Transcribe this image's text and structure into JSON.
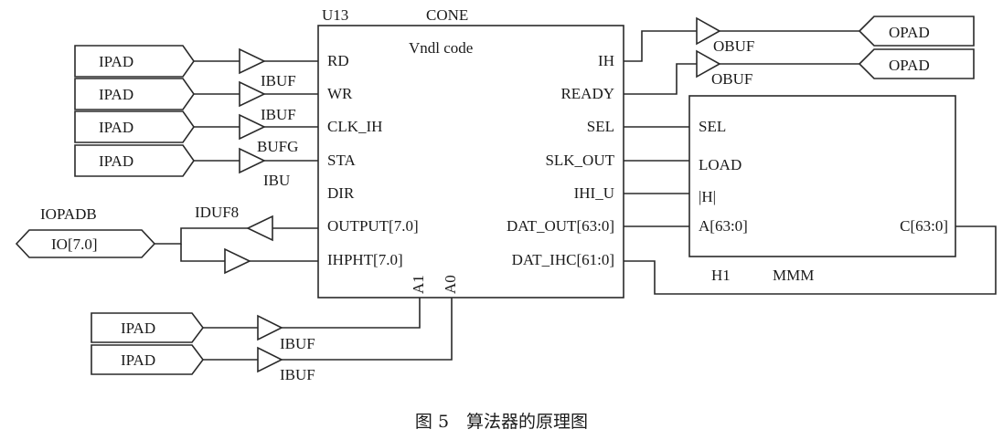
{
  "caption": "图 5　算法器的原理图",
  "u13": {
    "designator": "U13",
    "name": "CONE",
    "code": "Vndl code",
    "left_pins": [
      "RD",
      "WR",
      "CLK_IH",
      "STA",
      "DIR",
      "OUTPUT[7.0]",
      "IHPHT[7.0]"
    ],
    "right_pins": [
      "IH",
      "READY",
      "SEL",
      "SLK_OUT",
      "IHI_U",
      "DAT_OUT[63:0]",
      "DAT_IHC[61:0]"
    ],
    "bottom_pins": [
      "A1",
      "A0"
    ]
  },
  "h1": {
    "designator": "H1",
    "name": "MMM",
    "left_pins": [
      "SEL",
      "LOAD",
      "|H|",
      "A[63:0]"
    ],
    "right_pin": "C[63:0]"
  },
  "input_pads": [
    "IPAD",
    "IPAD",
    "IPAD",
    "IPAD"
  ],
  "input_buffers": [
    "IBUF",
    "IBUF",
    "BUFG",
    "IBU"
  ],
  "io_port": {
    "title": "IOPADB",
    "label": "IO[7.0]",
    "buffer": "IDUF8"
  },
  "output_pads": [
    "OPAD",
    "OPAD"
  ],
  "output_buffers": [
    "OBUF",
    "OBUF"
  ],
  "addr_pads": [
    "IPAD",
    "IPAD"
  ],
  "addr_buffers": [
    "IBUF",
    "IBUF"
  ]
}
